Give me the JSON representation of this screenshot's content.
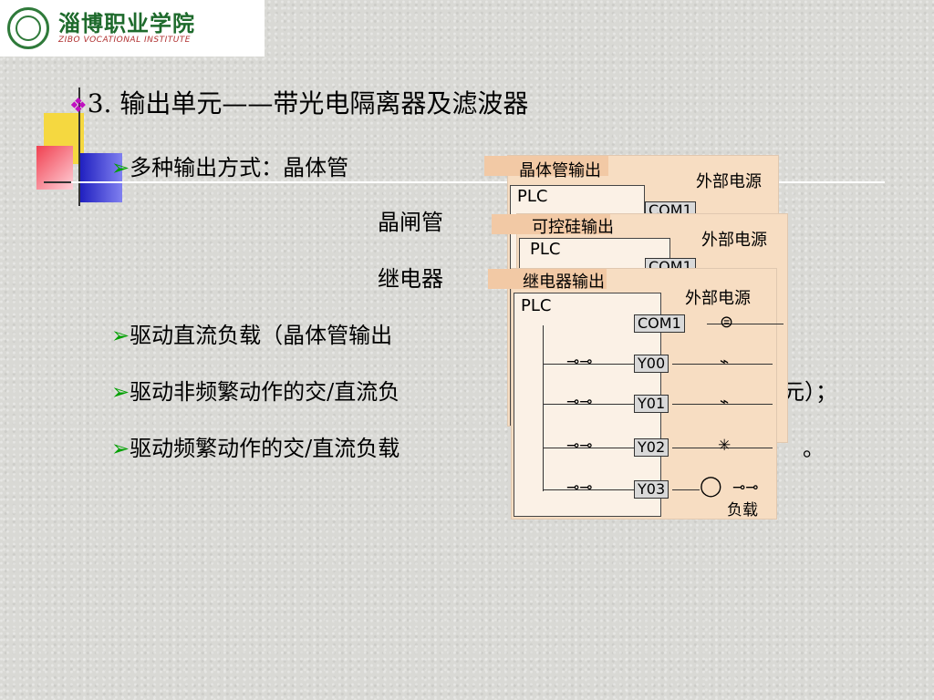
{
  "logo": {
    "cn": "淄博职业学院",
    "en": "ZIBO VOCATIONAL INSTITUTE"
  },
  "title": {
    "bullet": "❖",
    "text": "3. 输出单元——带光电隔离器及滤波器"
  },
  "items": {
    "arrow": "➢",
    "modes_label": "多种输出方式：晶体管",
    "mode2": "晶闸管",
    "mode3": "继电器",
    "dc": "驱动直流负载（晶体管输出",
    "nonfreq": "驱动非频繁动作的交/直流负",
    "nonfreq_tail": "元）；",
    "freq": "驱动频繁动作的交/直流负载",
    "freq_tail": "。"
  },
  "diagram1": {
    "title": "晶体管输出",
    "plc": "PLC",
    "ext": "外部电源",
    "com": "COM1"
  },
  "diagram2": {
    "title": "可控硅输出",
    "plc": "PLC",
    "ext": "外部电源",
    "com": "COM1"
  },
  "diagram3": {
    "title": "继电器输出",
    "plc": "PLC",
    "ext": "外部电源",
    "com": "COM1",
    "outputs": [
      "Y00",
      "Y01",
      "Y02",
      "Y03"
    ],
    "load": "负载"
  },
  "colors": {
    "accent_arrow": "#00a000",
    "diamond": "#c010c0",
    "diagram_bg": "#f7ddc2"
  }
}
